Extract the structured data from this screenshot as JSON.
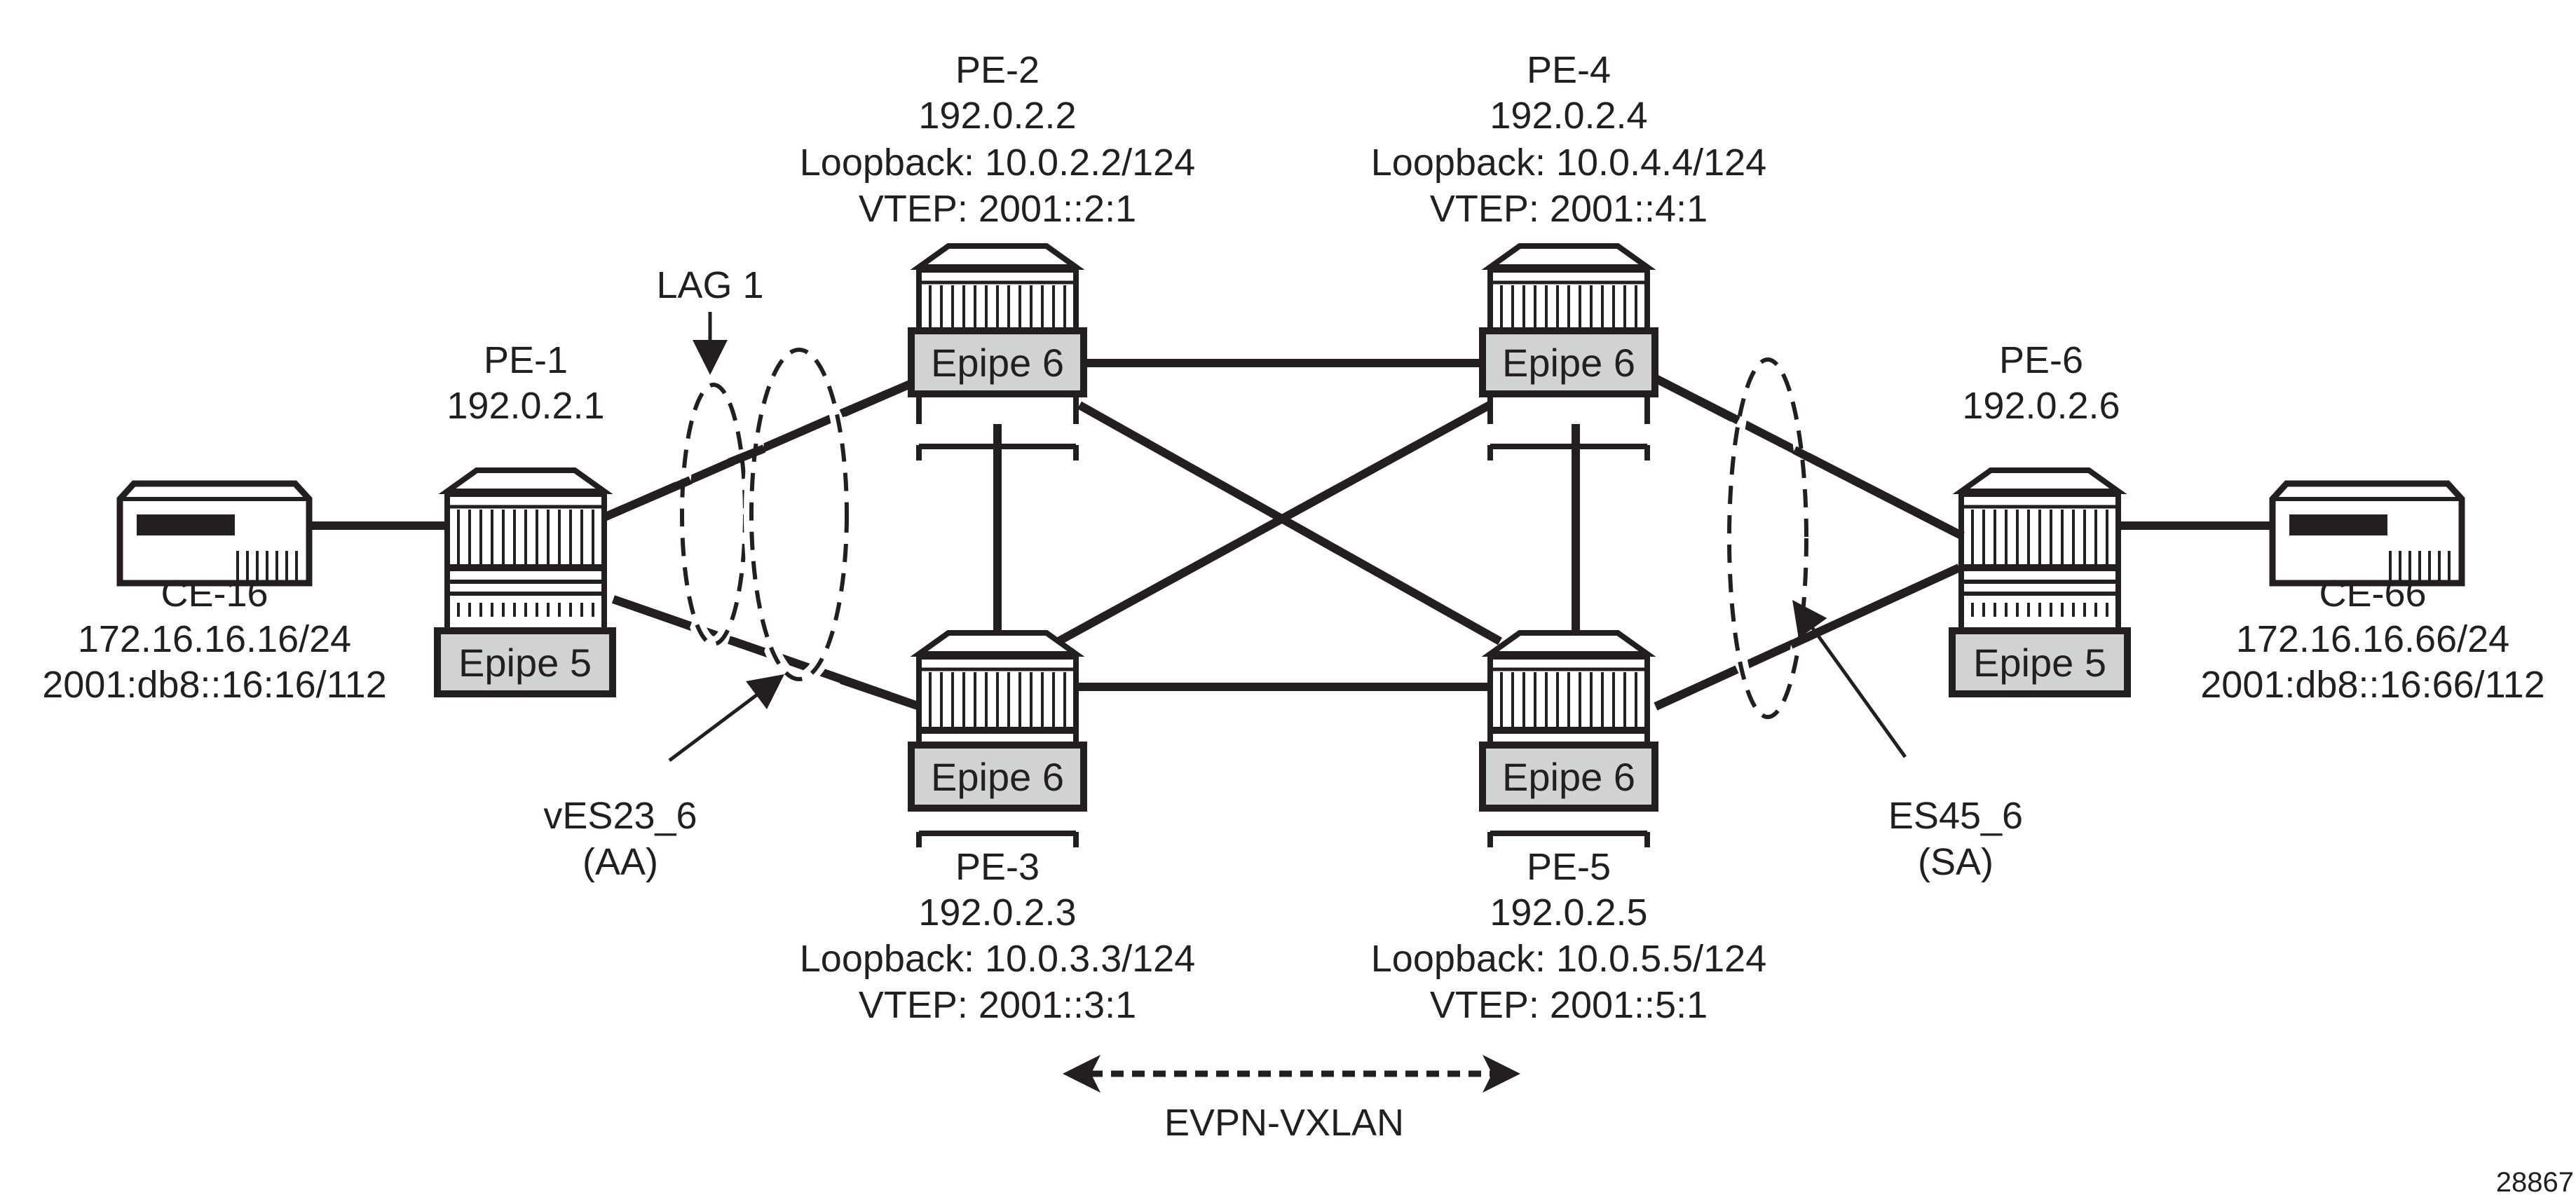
{
  "title": "EVPN-VXLAN Epipe topology with LAG and ES",
  "colors": {
    "ink": "#231f20",
    "service_box_fill": "#d1d2d4",
    "background": "#ffffff"
  },
  "nodes": {
    "ce16": {
      "name": "CE-16",
      "ipv4": "172.16.16.16/24",
      "ipv6": "2001:db8::16:16/112"
    },
    "ce66": {
      "name": "CE-66",
      "ipv4": "172.16.16.66/24",
      "ipv6": "2001:db8::16:66/112"
    },
    "pe1": {
      "name": "PE-1",
      "system": "192.0.2.1",
      "service": "Epipe 5"
    },
    "pe2": {
      "name": "PE-2",
      "system": "192.0.2.2",
      "loopback": "Loopback: 10.0.2.2/124",
      "vtep": "VTEP: 2001::2:1",
      "service": "Epipe 6"
    },
    "pe3": {
      "name": "PE-3",
      "system": "192.0.2.3",
      "loopback": "Loopback: 10.0.3.3/124",
      "vtep": "VTEP: 2001::3:1",
      "service": "Epipe 6"
    },
    "pe4": {
      "name": "PE-4",
      "system": "192.0.2.4",
      "loopback": "Loopback: 10.0.4.4/124",
      "vtep": "VTEP: 2001::4:1",
      "service": "Epipe 6"
    },
    "pe5": {
      "name": "PE-5",
      "system": "192.0.2.5",
      "loopback": "Loopback: 10.0.5.5/124",
      "vtep": "VTEP: 2001::5:1",
      "service": "Epipe 6"
    },
    "pe6": {
      "name": "PE-6",
      "system": "192.0.2.6",
      "service": "Epipe 5"
    }
  },
  "annotations": {
    "lag": "LAG 1",
    "ves_name": "vES23_6",
    "ves_mode": "(AA)",
    "es_name": "ES45_6",
    "es_mode": "(SA)",
    "evpn": "EVPN-VXLAN",
    "figure_number": "28867"
  }
}
